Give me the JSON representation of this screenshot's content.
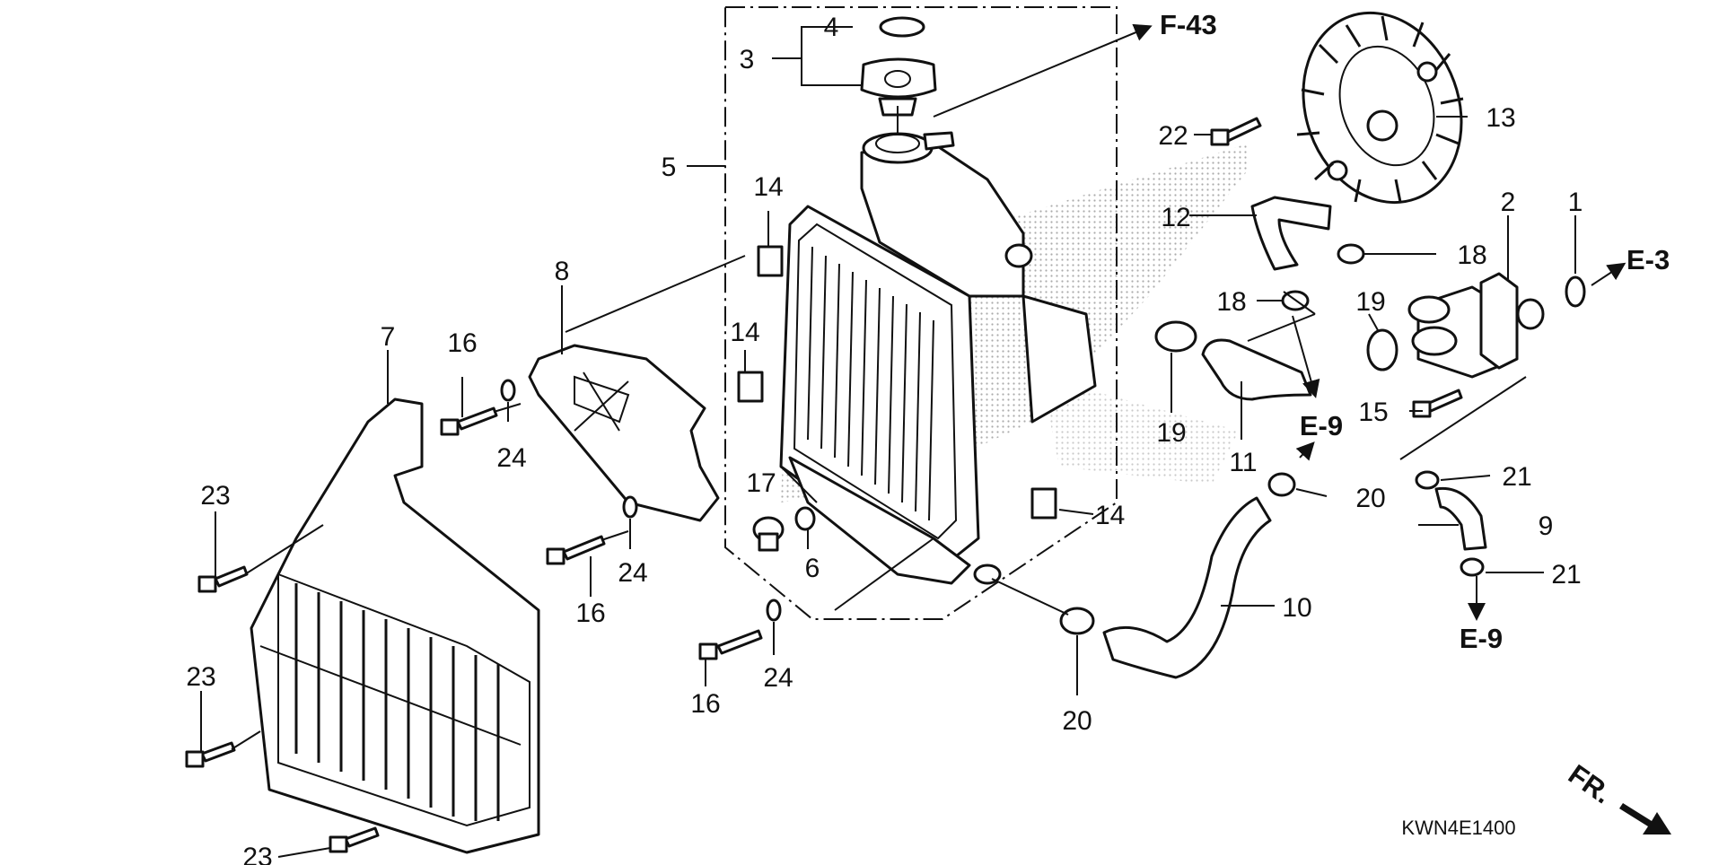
{
  "diagram": {
    "part_numbers": [
      "1",
      "2",
      "3",
      "4",
      "5",
      "6",
      "7",
      "8",
      "9",
      "10",
      "11",
      "12",
      "13",
      "14",
      "15",
      "16",
      "17",
      "18",
      "19",
      "20",
      "21",
      "22",
      "23",
      "24"
    ],
    "callouts": {
      "c1": "1",
      "c2": "2",
      "c3": "3",
      "c4": "4",
      "c5": "5",
      "c6": "6",
      "c7": "7",
      "c8": "8",
      "c9": "9",
      "c10": "10",
      "c11": "11",
      "c12": "12",
      "c13": "13",
      "c14a": "14",
      "c14b": "14",
      "c14c": "14",
      "c15": "15",
      "c16a": "16",
      "c16b": "16",
      "c16c": "16",
      "c17": "17",
      "c18a": "18",
      "c18b": "18",
      "c19a": "19",
      "c19b": "19",
      "c20a": "20",
      "c20b": "20",
      "c21a": "21",
      "c21b": "21",
      "c22": "22",
      "c23a": "23",
      "c23b": "23",
      "c23c": "23",
      "c24a": "24",
      "c24b": "24",
      "c24c": "24"
    },
    "references": {
      "f43": "F-43",
      "e3": "E-3",
      "e9a": "E-9",
      "e9b": "E-9"
    },
    "front_marker": "FR.",
    "diagram_code": "KWN4E1400"
  }
}
